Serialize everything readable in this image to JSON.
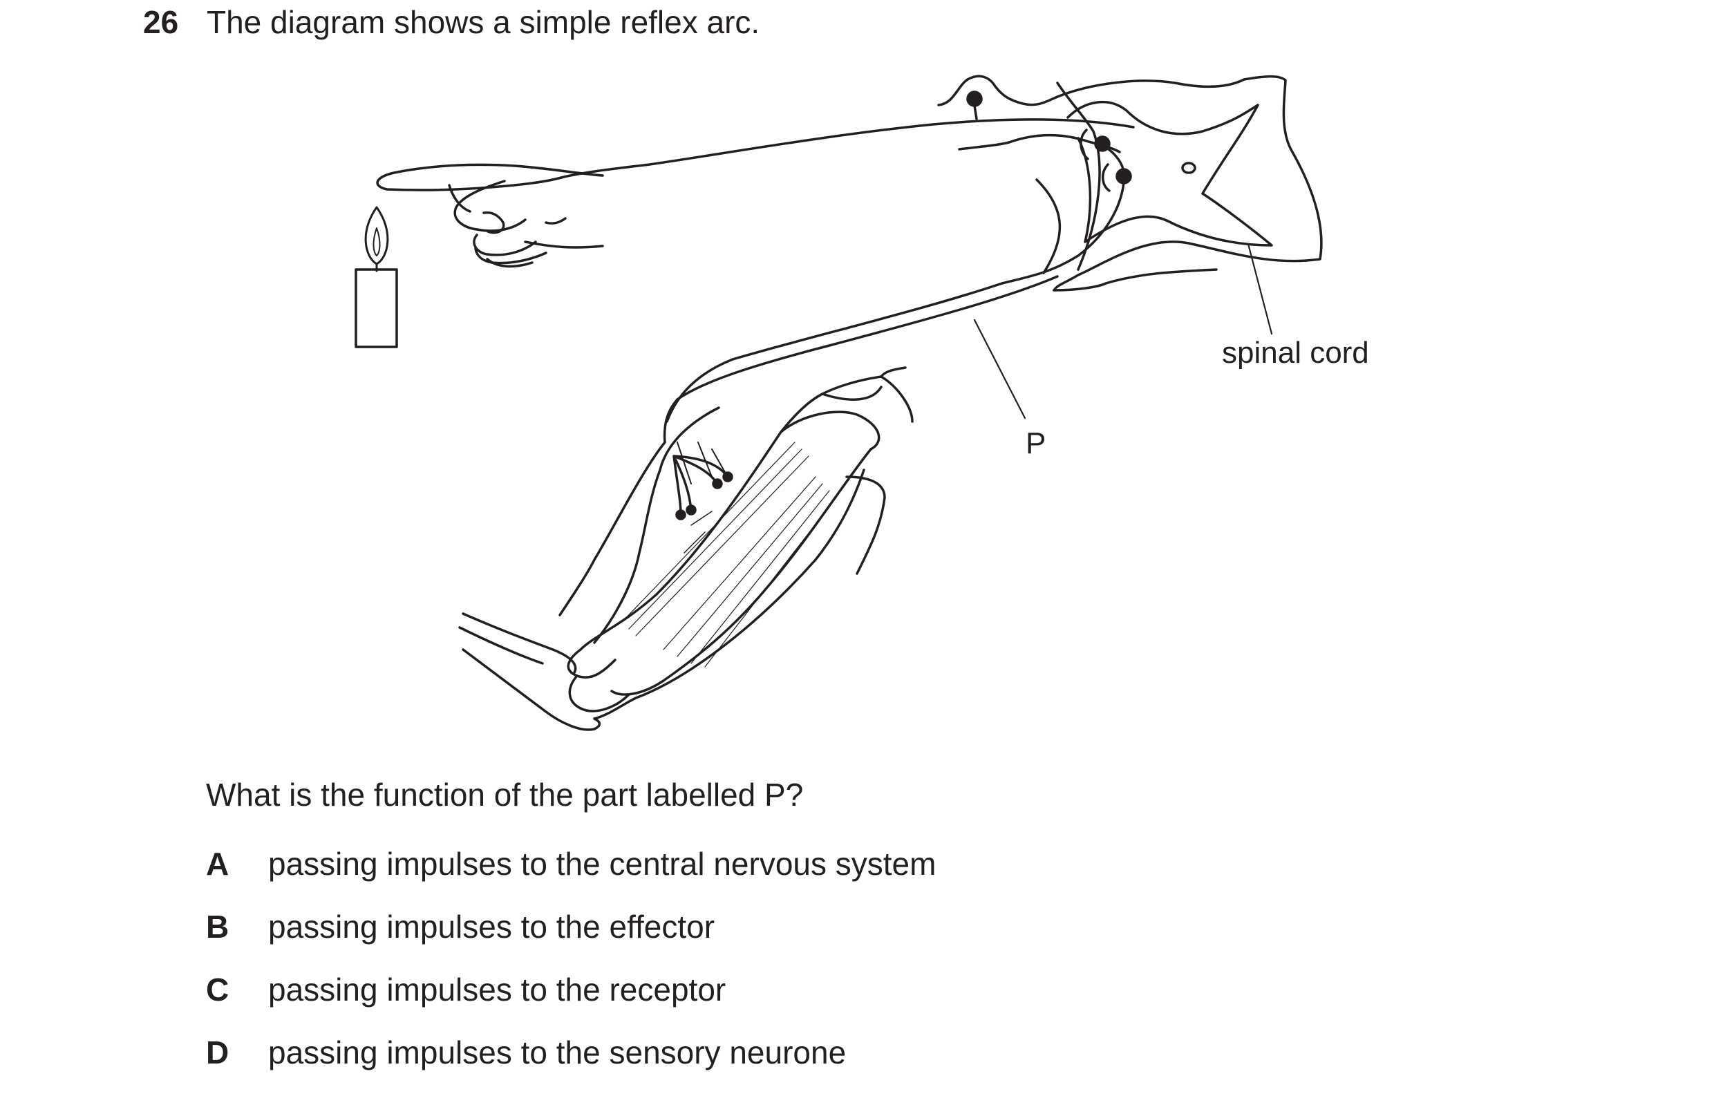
{
  "question": {
    "number": "26",
    "intro": "The diagram shows a simple reflex arc.",
    "prompt": "What is the function of the part labelled P?"
  },
  "diagram": {
    "labels": {
      "spinal_cord": "spinal cord",
      "p": "P"
    }
  },
  "options": [
    {
      "letter": "A",
      "text": "passing impulses to the central nervous system"
    },
    {
      "letter": "B",
      "text": "passing impulses to the effector"
    },
    {
      "letter": "C",
      "text": "passing impulses to the receptor"
    },
    {
      "letter": "D",
      "text": "passing impulses to the sensory neurone"
    }
  ]
}
